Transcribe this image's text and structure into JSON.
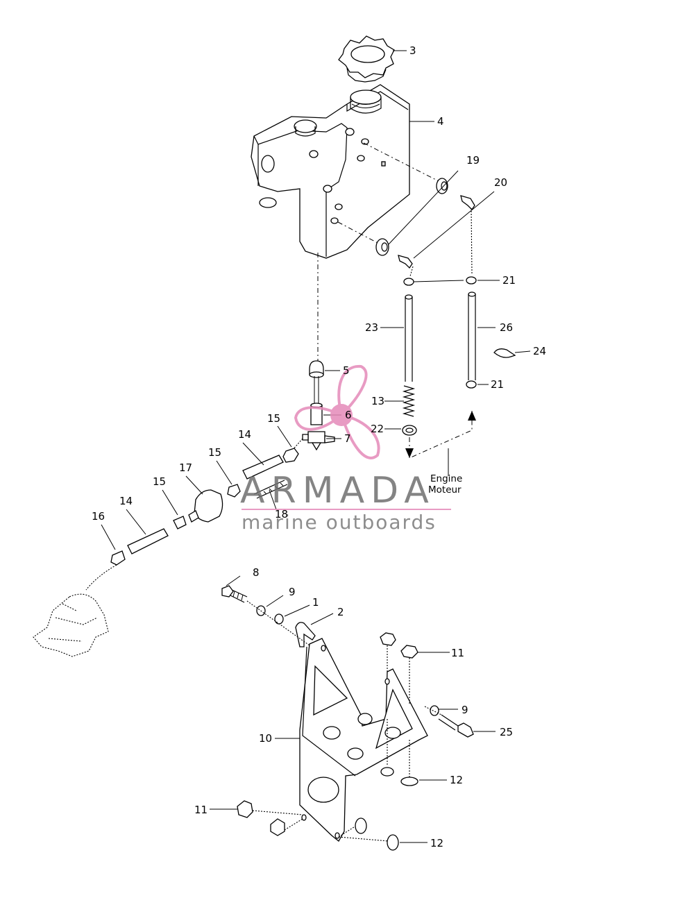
{
  "watermark": {
    "brand": "ARMADA",
    "tagline": "marine outboards",
    "accent_color": "#e58ab9",
    "text_color": "#6f6f6f"
  },
  "engine_label": {
    "line1": "Engine",
    "line2": "Moteur"
  },
  "callouts": {
    "p1": "1",
    "p2": "2",
    "p3": "3",
    "p4": "4",
    "p5": "5",
    "p6": "6",
    "p7": "7",
    "p8": "8",
    "p9a": "9",
    "p9b": "9",
    "p10": "10",
    "p11a": "11",
    "p11b": "11",
    "p12a": "12",
    "p12b": "12",
    "p13": "13",
    "p14a": "14",
    "p14b": "14",
    "p15a": "15",
    "p15b": "15",
    "p15c": "15",
    "p16": "16",
    "p17": "17",
    "p18": "18",
    "p19": "19",
    "p20": "20",
    "p21a": "21",
    "p21b": "21",
    "p22": "22",
    "p23": "23",
    "p24": "24",
    "p25": "25",
    "p26": "26"
  }
}
